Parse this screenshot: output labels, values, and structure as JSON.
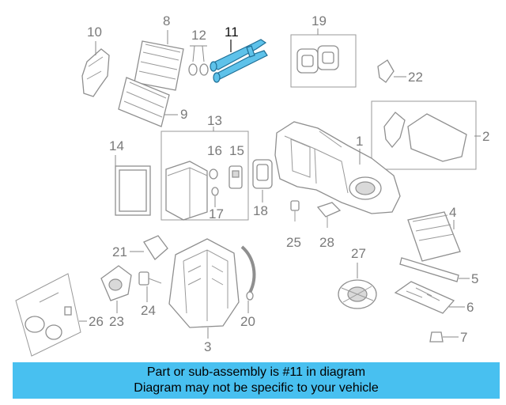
{
  "diagram": {
    "highlight_color": "#48c0f0",
    "callouts": {
      "c1": "1",
      "c2": "2",
      "c3": "3",
      "c4": "4",
      "c5": "5",
      "c6": "6",
      "c7": "7",
      "c8": "8",
      "c9": "9",
      "c10": "10",
      "c11": "11",
      "c12": "12",
      "c13": "13",
      "c14": "14",
      "c15": "15",
      "c16": "16",
      "c17": "17",
      "c18": "18",
      "c19": "19",
      "c20": "20",
      "c21": "21",
      "c22": "22",
      "c23": "23",
      "c24": "24",
      "c25": "25",
      "c26": "26",
      "c27": "27",
      "c28": "28"
    },
    "selected_part": "11"
  },
  "banner": {
    "line1": "Part or sub-assembly is #11 in diagram",
    "line2": "Diagram may not be specific to your vehicle",
    "color": "#48c0f0"
  }
}
